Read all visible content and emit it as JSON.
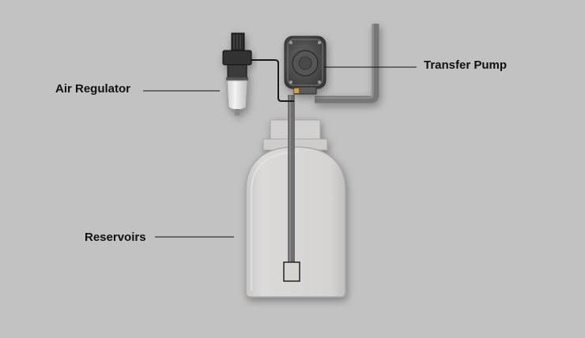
{
  "labels": {
    "air_regulator": "Air Regulator",
    "transfer_pump": "Transfer Pump",
    "reservoirs": "Reservoirs"
  },
  "colors": {
    "background": "#c2c2c2",
    "reservoir_body": "#d8d6d3",
    "reservoir_neck": "#d3d1ce",
    "tube": "#6e6e6e",
    "pump_body": "#4f4f4f",
    "regulator_bowl": "#e6e6e6",
    "regulator_cap": "#2a2a2a",
    "leader_line": "#111111",
    "fitting": "#d8a040"
  }
}
